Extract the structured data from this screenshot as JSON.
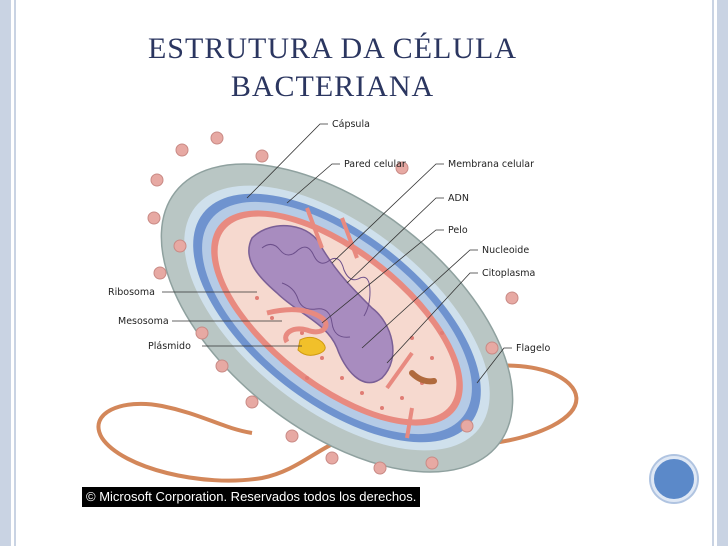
{
  "slide": {
    "title_line1": "ESTRUTURA DA CÉLULA",
    "title_line2": "BACTERIANA"
  },
  "diagram": {
    "labels": {
      "capsula": "Cápsula",
      "pared": "Pared celular",
      "membrana": "Membrana celular",
      "adn": "ADN",
      "pelo": "Pelo",
      "nucleoide": "Nucleoide",
      "citoplasma": "Citoplasma",
      "flagelo": "Flagelo",
      "ribosoma": "Ribosoma",
      "mesosoma": "Mesosoma",
      "plasmido": "Plásmido"
    },
    "copyright": "© Microsoft Corporation. Reservados todos los derechos."
  },
  "colors": {
    "title": "#2b3660",
    "capsule": "#b9c6c4",
    "wall_outer": "#cfe0ec",
    "wall_blue": "#6f93cf",
    "membrane": "#e88a80",
    "cytoplasm": "#f6d9cf",
    "nucleoid": "#a88cbf",
    "plasmid": "#f1c02a",
    "flagellum": "#d3875a",
    "decor_circle": "#5b89c9"
  }
}
